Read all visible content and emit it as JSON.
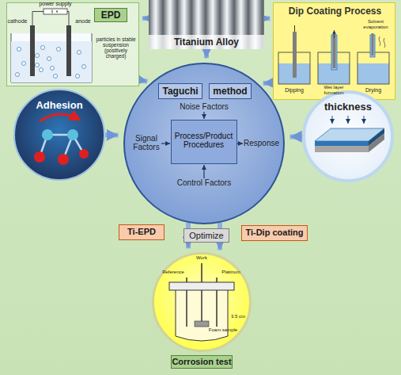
{
  "diagram": {
    "nodes": [
      {
        "text": [
          "EPD"
        ]
      },
      {
        "text": [
          "Titanium Alloy"
        ]
      },
      {
        "text": [
          "Dip Coating Process"
        ]
      },
      {
        "text": [
          "Adhesion"
        ]
      },
      {
        "text": [
          "Noise Factors",
          "Signal Factors",
          "Response",
          "Control Factors"
        ]
      },
      {
        "text": [
          "Taguchi"
        ],
        "in": 4
      },
      {
        "text": [
          "method"
        ],
        "in": 4
      },
      {
        "text": [
          "Process/Product Procedures"
        ],
        "in": 4
      },
      {
        "text": [
          "thickness"
        ]
      },
      {
        "text": [
          "Ti-EPD"
        ]
      },
      {
        "text": [
          "Optimize"
        ]
      },
      {
        "text": [
          "Ti-Dip coating"
        ]
      },
      {
        "text": [
          "Corrosion test"
        ]
      }
    ],
    "edges": [
      {
        "from": 1,
        "to": 0,
        "arrow": "to"
      },
      {
        "from": 1,
        "to": 2,
        "arrow": "to"
      },
      {
        "from": 0,
        "to": 4,
        "arrow": "to"
      },
      {
        "from": 1,
        "to": 4,
        "arrow": "to"
      },
      {
        "from": 2,
        "to": 4,
        "arrow": "to"
      },
      {
        "from": 3,
        "to": 4,
        "arrow": "to"
      },
      {
        "from": 8,
        "to": 4,
        "arrow": "to"
      },
      {
        "from": 4,
        "to": 12,
        "arrow": "to"
      },
      {
        "from": 4,
        "to": 12,
        "arrow": "to"
      }
    ],
    "labels": [
      "power supply",
      "cathode",
      "anode",
      "particles in stable suspension (positively charged)",
      "Solvent evaporation",
      "Dipping",
      "Wet layer formation",
      "Drying",
      "Reference",
      "Work",
      "Platinum",
      "Foam sample",
      "3.5 cm"
    ]
  }
}
